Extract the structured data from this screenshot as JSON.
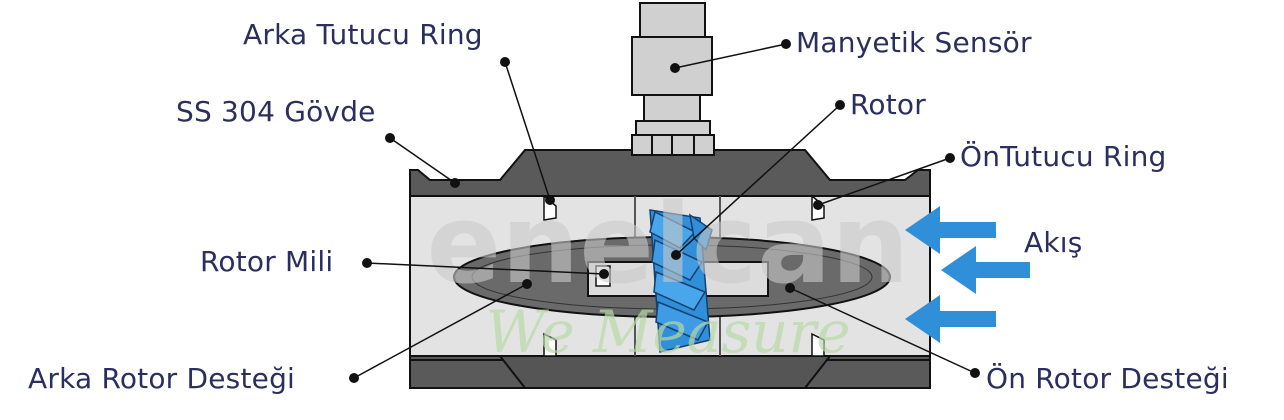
{
  "labels": {
    "rear_retainer_ring": "Arka Tutucu Ring",
    "magnetic_sensor": "Manyetik Sensör",
    "body": "SS 304 Gövde",
    "rotor": "Rotor",
    "front_retainer_ring": "ÖnTutucu Ring",
    "flow": "Akış",
    "rotor_shaft": "Rotor Mili",
    "rear_rotor_support": "Arka Rotor Desteği",
    "front_rotor_support": "Ön Rotor Desteği"
  },
  "watermark": {
    "brand": "enelcan",
    "slogan": "We Measure"
  },
  "colors": {
    "label_text": "#2b2f5e",
    "body_dark": "#5a5a5a",
    "body_light": "#e3e3e3",
    "sensor": "#d0d0d0",
    "rotor_blue": "#2f8fd8",
    "flow_arrow": "#2f8fd8",
    "watermark_gray": "#c9c9c9",
    "watermark_green": "#b7d9a4"
  },
  "icons": {
    "flow_arrow": "arrow-left-icon",
    "callout_dot": "dot-icon"
  }
}
